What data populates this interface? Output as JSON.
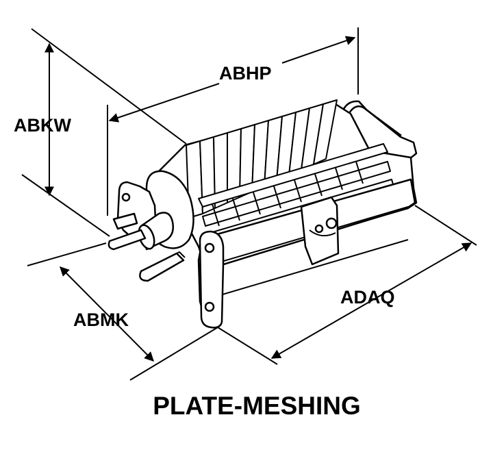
{
  "diagram": {
    "caption": "PLATE-MESHING",
    "dimensions": {
      "height": "ABKW",
      "length": "ABHP",
      "depth": "ABMK",
      "width": "ADAQ"
    },
    "colors": {
      "line": "#000000",
      "background": "#ffffff"
    }
  }
}
